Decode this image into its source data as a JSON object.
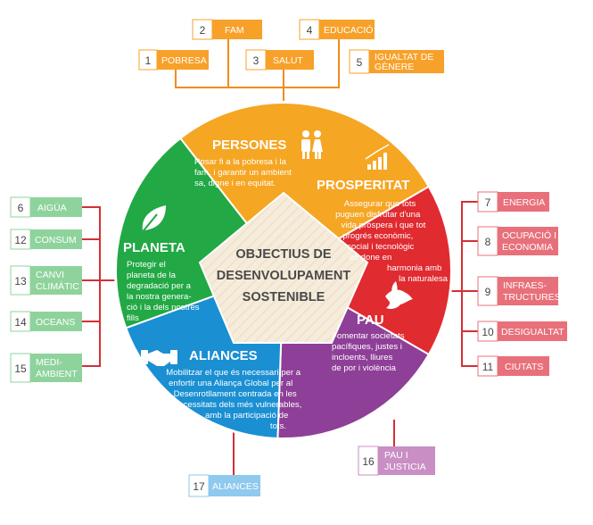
{
  "colors": {
    "persones": "#f5a623",
    "prosperitat": "#e02b30",
    "pau": "#8e3f97",
    "aliances": "#1a8fd2",
    "planeta": "#22a845",
    "center": "#f5ead8",
    "goal_orange": "#f7a12a",
    "goal_red": "#e8707a",
    "goal_green": "#8fd39c",
    "goal_blue": "#8ec9ee",
    "goal_purple": "#c98ec4",
    "line_orange": "#f08c1c",
    "line_red": "#d42f36",
    "line_green": "#d42f36"
  },
  "center": {
    "line1": "OBJECTIUS DE",
    "line2": "DESENVOLUPAMENT",
    "line3": "SOSTENIBLE"
  },
  "segments": {
    "persones": {
      "title": "PERSONES",
      "icon": "people-icon",
      "desc": [
        "Posar fi a la pobresa i la",
        "fam, i garantir un ambient",
        "sa, digne i en equitat."
      ]
    },
    "prosperitat": {
      "title": "PROSPERITAT",
      "icon": "bar-chart-icon",
      "desc": [
        "Assegurar que tots",
        "puguen disfrutar d'una",
        "vida pròspera i que tot",
        "progrés econòmic,",
        "social i tecnològic",
        "es done en",
        "harmonia amb",
        "la naturalesa"
      ]
    },
    "pau": {
      "title": "PAU",
      "icon": "dove-icon",
      "desc": [
        "Fomentar societats",
        "pacífiques, justes i",
        "incloents, lliures",
        "de por i violència"
      ]
    },
    "aliances": {
      "title": "ALIANCES",
      "icon": "handshake-icon",
      "desc": [
        "Mobilitzar el que és necessari per a",
        "enfortir una Aliança Global per al",
        "Desenrotllament centrada en les",
        "necessitats dels més vulnerables,",
        "amb la participació de",
        "tots."
      ]
    },
    "planeta": {
      "title": "PLANETA",
      "icon": "leaf-icon",
      "desc": [
        "Protegir el",
        "planeta de la",
        "degradació per a",
        "la nostra genera-",
        "ció i la dels nostres",
        "fills"
      ]
    }
  },
  "goals": [
    {
      "id": "g1",
      "num": "1",
      "lines": [
        "POBRESA"
      ],
      "group": "orange"
    },
    {
      "id": "g2",
      "num": "2",
      "lines": [
        "FAM"
      ],
      "group": "orange"
    },
    {
      "id": "g3",
      "num": "3",
      "lines": [
        "SALUT"
      ],
      "group": "orange"
    },
    {
      "id": "g4",
      "num": "4",
      "lines": [
        "EDUCACIÓ"
      ],
      "group": "orange"
    },
    {
      "id": "g5",
      "num": "5",
      "lines": [
        "IGUALTAT DE",
        "GÈNERE"
      ],
      "group": "orange"
    },
    {
      "id": "g6",
      "num": "6",
      "lines": [
        "AIGÜA"
      ],
      "group": "green"
    },
    {
      "id": "g12",
      "num": "12",
      "lines": [
        "CONSUM"
      ],
      "group": "green"
    },
    {
      "id": "g13",
      "num": "13",
      "lines": [
        "CANVI",
        "CLIMÀTIC"
      ],
      "group": "green"
    },
    {
      "id": "g14",
      "num": "14",
      "lines": [
        "OCEANS"
      ],
      "group": "green"
    },
    {
      "id": "g15",
      "num": "15",
      "lines": [
        "MEDI-",
        "AMBIENT"
      ],
      "group": "green"
    },
    {
      "id": "g7",
      "num": "7",
      "lines": [
        "ENERGIA"
      ],
      "group": "red"
    },
    {
      "id": "g8",
      "num": "8",
      "lines": [
        "OCUPACIÓ I",
        "ECONOMIA"
      ],
      "group": "red"
    },
    {
      "id": "g9",
      "num": "9",
      "lines": [
        "INFRAES-",
        "TRUCTURES"
      ],
      "group": "red"
    },
    {
      "id": "g10",
      "num": "10",
      "lines": [
        "DESIGUALTAT"
      ],
      "group": "red"
    },
    {
      "id": "g11",
      "num": "11",
      "lines": [
        "CIUTATS"
      ],
      "group": "red"
    },
    {
      "id": "g16",
      "num": "16",
      "lines": [
        "PAU I",
        "JUSTICIA"
      ],
      "group": "purple"
    },
    {
      "id": "g17",
      "num": "17",
      "lines": [
        "ALIANCES"
      ],
      "group": "blue"
    }
  ]
}
